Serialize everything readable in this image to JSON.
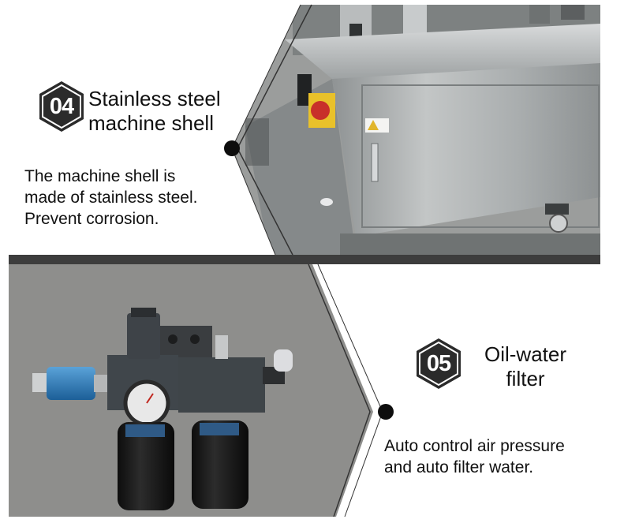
{
  "sections": [
    {
      "number": "04",
      "title_line1": "Stainless steel",
      "title_line2": "machine shell",
      "desc_line1": "The machine shell is",
      "desc_line2": "made of stainless steel.",
      "desc_line3": "Prevent corrosion."
    },
    {
      "number": "05",
      "title_line1": "Oil-water",
      "title_line2": "filter",
      "desc_line1": "Auto control air pressure",
      "desc_line2": "and auto filter water."
    }
  ],
  "colors": {
    "badge_dark": "#2b2b2b",
    "badge_ring": "#ffffff",
    "divider": "#3d3d3d",
    "text": "#111111",
    "steel": "#a8acad",
    "wall": "#8e8e8c"
  }
}
